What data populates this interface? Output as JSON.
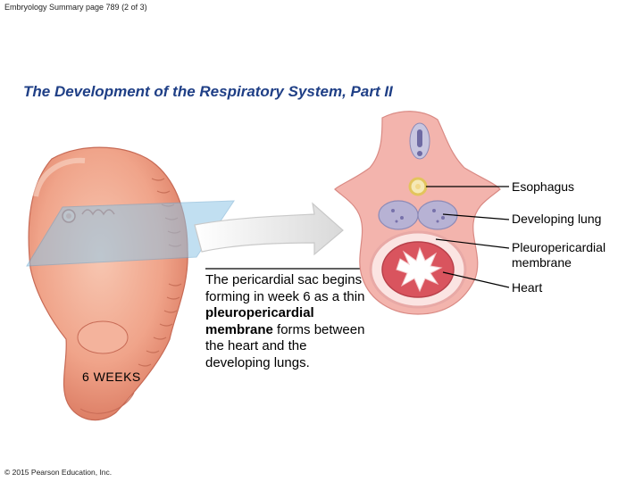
{
  "header": {
    "text": "Embryology Summary page 789 (2 of 3)"
  },
  "title": "The Development of the Respiratory System, Part II",
  "embryo": {
    "age_label": "6 WEEKS"
  },
  "caption": {
    "part1": "The pericardial sac begins forming in week 6 as a thin ",
    "bold": "pleuropericardial membrane",
    "part2": " forms between the heart and the developing lungs."
  },
  "labels": {
    "esophagus": "Esophagus",
    "developing_lung": "Developing lung",
    "pleuro_line1": "Pleuropericardial",
    "pleuro_line2": "membrane",
    "heart": "Heart"
  },
  "copyright": "© 2015 Pearson Education, Inc.",
  "colors": {
    "title": "#1f3f86",
    "embryo_skin": "#f0a48a",
    "section_pink": "#f3b4ad",
    "lung_lavender": "#b7b2d4",
    "heart_red": "#d9545e",
    "plane_blue": "#8fc6e6"
  }
}
